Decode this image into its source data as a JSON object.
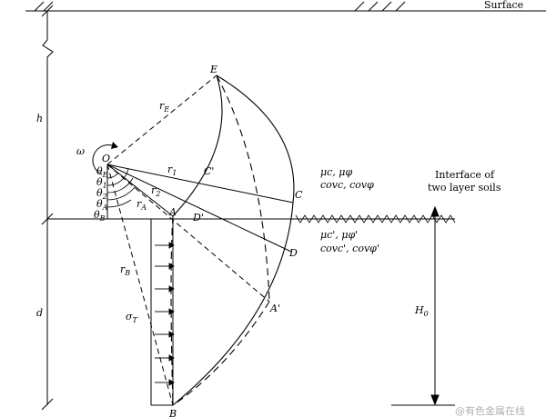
{
  "surface_label": "Surface",
  "interface_label_line1": "Interface of",
  "interface_label_line2": "two layer soils",
  "dim_h": "h",
  "dim_d": "d",
  "dim_H0": "H",
  "dim_H0_sub": "0",
  "omega": "ω",
  "points": {
    "O": "O",
    "E": "E",
    "C": "C",
    "Cp": "C'",
    "A": "A",
    "Dp": "D'",
    "D": "D",
    "Ap": "A'",
    "B": "B"
  },
  "radii": {
    "rE": "r",
    "rE_sub": "E",
    "r1": "r",
    "r1_sub": "1",
    "r2": "r",
    "r2_sub": "2",
    "rA": "r",
    "rA_sub": "A",
    "rB": "r",
    "rB_sub": "B"
  },
  "angles": {
    "thE": "θ",
    "thE_sub": "E",
    "th1": "θ",
    "th1_sub": "1",
    "th2": "θ",
    "th2_sub": "2",
    "thA": "θ",
    "thA_sub": "A",
    "thB": "θ",
    "thB_sub": "B"
  },
  "sigma": "σ",
  "sigma_sub": "T",
  "upper_params_line1": "μc, μφ",
  "upper_params_line2": "covc, covφ",
  "lower_params_line1": "μc', μφ'",
  "lower_params_line2": "covc', covφ'",
  "watermark": "@有色金属在线"
}
